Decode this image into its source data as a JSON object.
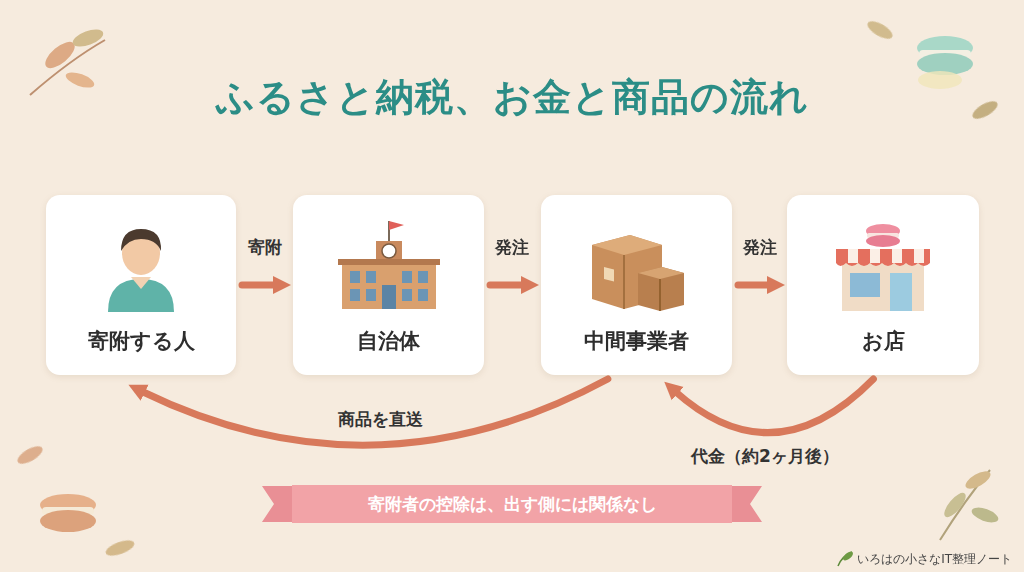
{
  "diagram": {
    "title": "ふるさと納税、お金と商品の流れ",
    "nodes": [
      {
        "text": [
          "寄附する人"
        ]
      },
      {
        "text": [
          "自治体"
        ]
      },
      {
        "text": [
          "中間事業者"
        ]
      },
      {
        "text": [
          "お店"
        ]
      },
      {
        "text": [
          "寄附者の控除は、出す側には関係なし"
        ]
      }
    ],
    "edges": [
      {
        "from": 0,
        "to": 1,
        "label": "寄附",
        "arrow": "to"
      },
      {
        "from": 1,
        "to": 2,
        "label": "発注",
        "arrow": "to"
      },
      {
        "from": 2,
        "to": 3,
        "label": "発注",
        "arrow": "to"
      },
      {
        "from": 2,
        "to": 0,
        "label": "商品を直送",
        "arrow": "to"
      },
      {
        "from": 3,
        "to": 2,
        "label": "代金（約2ヶ月後）",
        "arrow": "to"
      }
    ],
    "labels": [
      "いろはの小さなIT整理ノート"
    ]
  }
}
